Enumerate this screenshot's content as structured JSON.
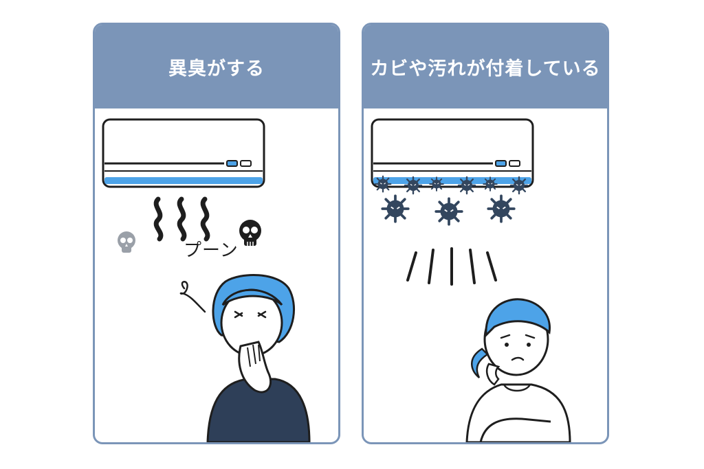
{
  "panels": [
    {
      "title": "異臭がする",
      "sound_effect": "プーン",
      "illustration": "smelly-air-conditioner"
    },
    {
      "title": "カビや汚れが付着している",
      "illustration": "moldy-air-conditioner"
    }
  ],
  "colors": {
    "header": "#7b95b8",
    "accent_blue": "#4da3e8",
    "outline": "#1e1e1e",
    "mold": "#33465e",
    "shirt": "#2e3f58"
  }
}
